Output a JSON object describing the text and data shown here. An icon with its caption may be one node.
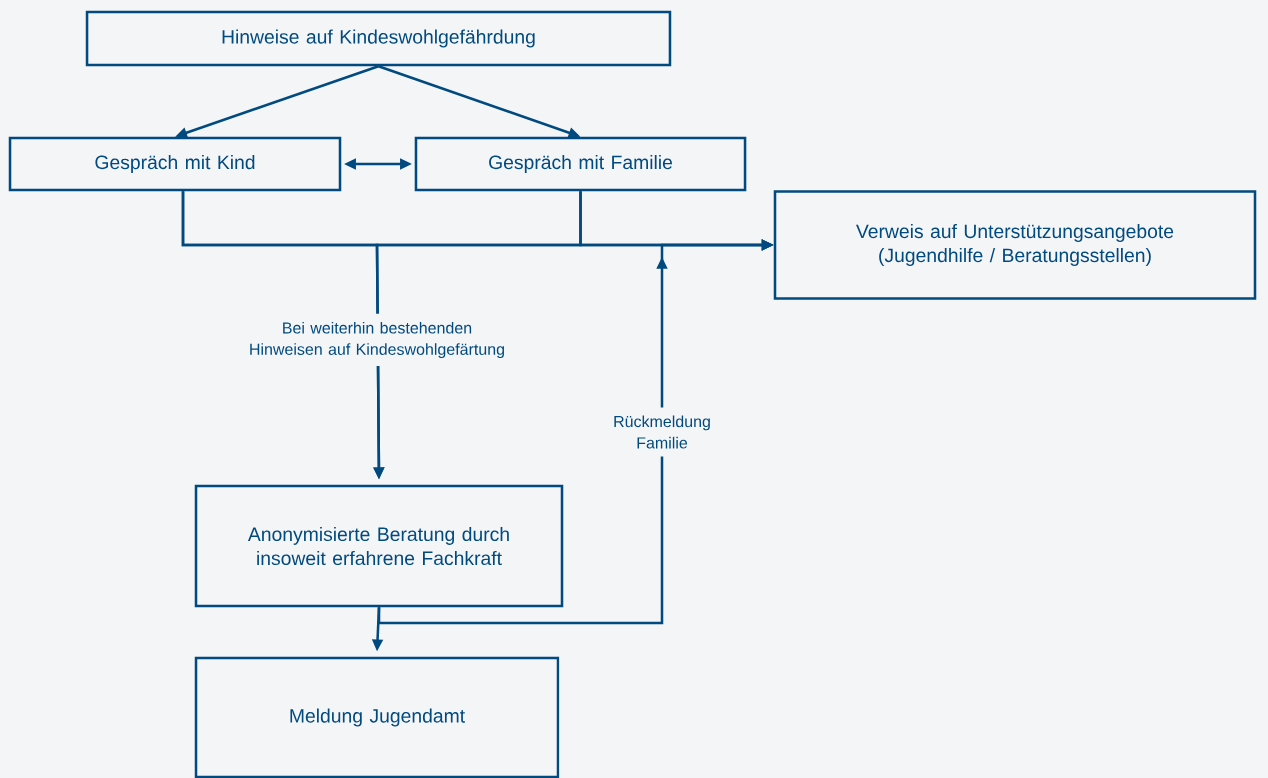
{
  "diagram": {
    "nodes": [
      {
        "text": [
          "Hinweise auf Kindeswohlgefährdung"
        ]
      },
      {
        "text": [
          "Gespräch mit Kind"
        ]
      },
      {
        "text": [
          "Gespräch mit Familie"
        ]
      },
      {
        "text": [
          "Verweis auf Unterstützungsangebote (Jugendhilfe / Beratungsstellen)"
        ]
      },
      {
        "text": [
          "Anonymisierte Beratung durch insoweit erfahrene Fachkraft"
        ]
      },
      {
        "text": [
          "Meldung Jugendamt"
        ]
      }
    ],
    "edges": [
      {
        "from": 0,
        "to": 1,
        "arrow": "to"
      },
      {
        "from": 0,
        "to": 2,
        "arrow": "to"
      },
      {
        "from": 1,
        "to": 2,
        "arrow": "both"
      },
      {
        "from": 1,
        "to": 3,
        "arrow": "to"
      },
      {
        "from": 2,
        "to": 3,
        "arrow": "to"
      },
      {
        "from": 1,
        "to": 4,
        "arrow": "to",
        "label": "Bei weiterhin bestehenden Hinweisen auf Kindeswohlgefärtung"
      },
      {
        "from": 2,
        "to": 4,
        "arrow": "to"
      },
      {
        "from": 4,
        "to": 5,
        "arrow": "to"
      },
      {
        "from": 4,
        "to": 3,
        "arrow": "to",
        "label": "Rückmeldung Familie"
      }
    ]
  }
}
